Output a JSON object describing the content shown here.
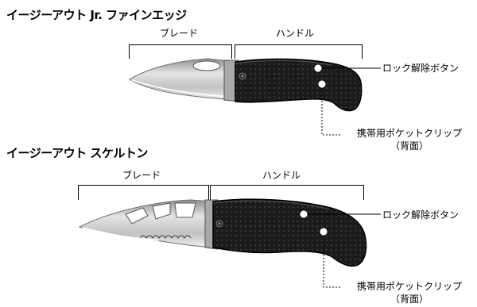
{
  "section1": {
    "title": "イージーアウト Jr. ファインエッジ",
    "blade_label": "ブレード",
    "handle_label": "ハンドル",
    "lock_label": "ロック解除ボタン",
    "clip_label": "携帯用ポケットクリップ",
    "clip_sublabel": "（背面）"
  },
  "section2": {
    "title": "イージーアウト スケルトン",
    "blade_label": "ブレード",
    "handle_label": "ハンドル",
    "lock_label": "ロック解除ボタン",
    "clip_label": "携帯用ポケットクリップ",
    "clip_sublabel": "（背面）"
  },
  "colors": {
    "background": "#ffffff",
    "blade": "#c9c9c9",
    "handle": "#1e1e1e",
    "leader_line": "#000000"
  }
}
